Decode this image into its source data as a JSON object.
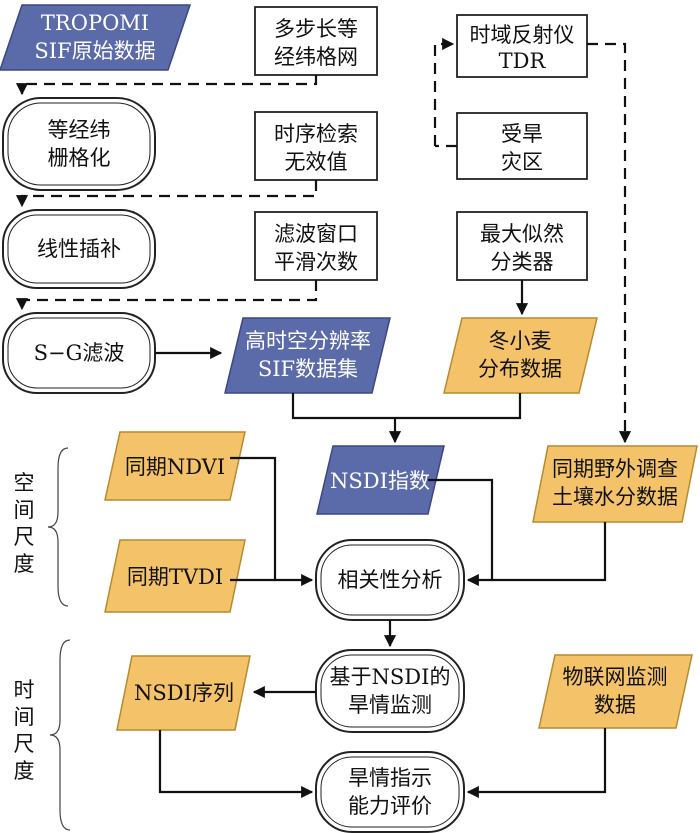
{
  "colors": {
    "data_blue": "#5b6aa8",
    "data_orange": "#f4c369",
    "process_border": "#222222",
    "text_dark": "#111111",
    "text_light": "#ffffff"
  },
  "nodes": {
    "tropomi_sif": [
      "TROPOMI",
      "SIF原始数据"
    ],
    "multi_step_grid": [
      "多步长等",
      "经纬格网"
    ],
    "equal_lat_lon": [
      "等经纬",
      "栅格化"
    ],
    "time_series_invalid": [
      "时序检索",
      "无效值"
    ],
    "linear_interp": [
      "线性插补"
    ],
    "filter_window": [
      "滤波窗口",
      "平滑次数"
    ],
    "sg_filter": [
      "S−G滤波"
    ],
    "high_res_sif": [
      "高时空分辨率",
      "SIF数据集"
    ],
    "tdr": [
      "时域反射仪",
      "TDR"
    ],
    "drought_area": [
      "受旱",
      "灾区"
    ],
    "max_likelihood": [
      "最大似然",
      "分类器"
    ],
    "winter_wheat": [
      "冬小麦",
      "分布数据"
    ],
    "ndvi": [
      "同期NDVI"
    ],
    "nsdi_index": [
      "NSDI指数"
    ],
    "field_soil": [
      "同期野外调查",
      "土壤水分数据"
    ],
    "tvdi": [
      "同期TVDI"
    ],
    "correlation": [
      "相关性分析"
    ],
    "nsdi_series": [
      "NSDI序列"
    ],
    "nsdi_monitor": [
      "基于NSDI的",
      "旱情监测"
    ],
    "iot_monitor": [
      "物联网监测",
      "数据"
    ],
    "evaluation": [
      "旱情指示",
      "能力评价"
    ]
  },
  "scales": {
    "spatial": [
      "空",
      "间",
      "尺",
      "度"
    ],
    "temporal": [
      "时",
      "间",
      "尺",
      "度"
    ]
  }
}
